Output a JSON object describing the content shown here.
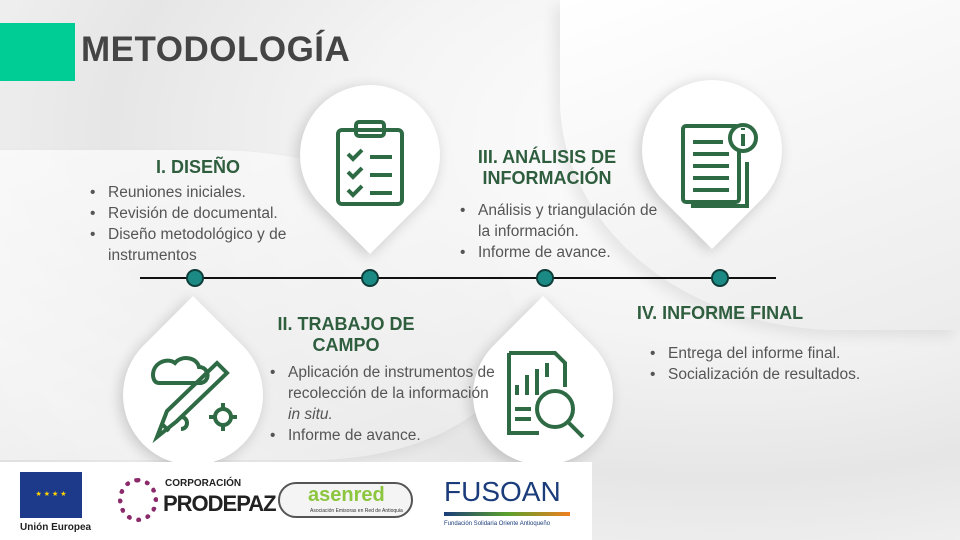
{
  "title": "METODOLOGÍA",
  "colors": {
    "accent": "#00cc96",
    "heading": "#2f5e3f",
    "dot": "#1b8a84"
  },
  "steps": [
    {
      "heading": "I. DISEÑO",
      "bullets": [
        "Reuniones iniciales.",
        "Revisión de documental.",
        "Diseño metodológico y de instrumentos"
      ],
      "icon": "brain-pencil-gear-icon"
    },
    {
      "heading_line1": "II. TRABAJO DE",
      "heading_line2": "CAMPO",
      "bullets": [
        "Aplicación de instrumentos de recolección de la información",
        "in situ.",
        "Informe de avance."
      ],
      "icon": "clipboard-checklist-icon"
    },
    {
      "heading_line1": "III. ANÁLISIS DE",
      "heading_line2": "INFORMACIÓN",
      "bullets": [
        "Análisis y triangulación de la información.",
        "Informe de avance."
      ],
      "icon": "chart-magnifier-icon"
    },
    {
      "heading": "IV. INFORME FINAL",
      "bullets": [
        "Entrega del informe final.",
        "Socialización de resultados."
      ],
      "icon": "document-info-icon"
    }
  ],
  "logos": {
    "eu": "Unión Europea",
    "prodepaz_top": "CORPORACIÓN",
    "prodepaz": "PRODEPAZ",
    "asenred": "asenred",
    "asenred_sub": "Asociación Emisoras en Red de Antioquia",
    "fusoan": "FUSOAN",
    "fusoan_sub": "Fundación Solidaria Oriente Antioqueño"
  }
}
